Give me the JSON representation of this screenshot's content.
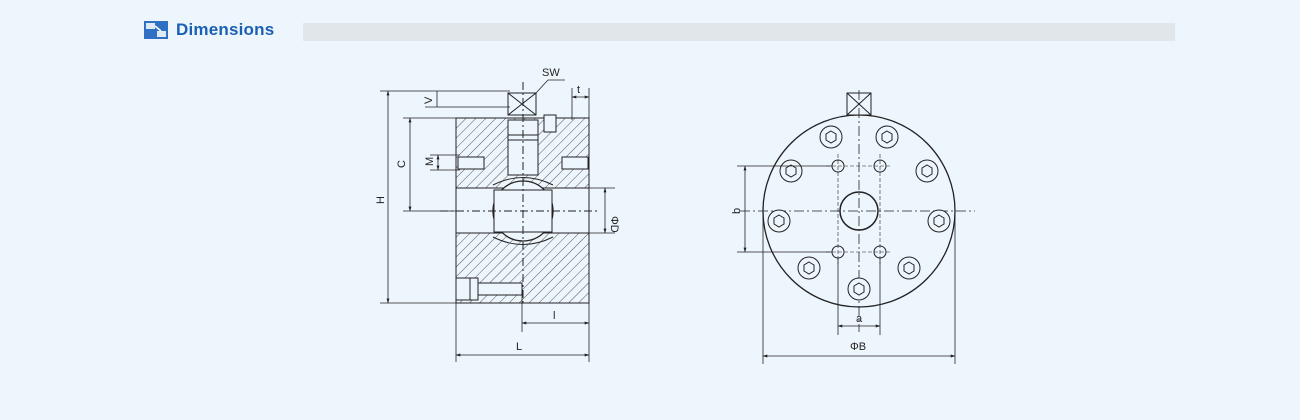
{
  "header": {
    "title": "Dimensions",
    "icon": "diagram-icon",
    "accent_color": "#1b5fb4"
  },
  "side_view": {
    "labels": {
      "sw": "SW",
      "v": "V",
      "t": "t",
      "c": "C",
      "m": "M",
      "h": "H",
      "d": "ΦD",
      "l_small": "l",
      "l_big": "L"
    }
  },
  "front_view": {
    "labels": {
      "b": "b",
      "a": "a",
      "phi_b": "ΦB"
    }
  }
}
